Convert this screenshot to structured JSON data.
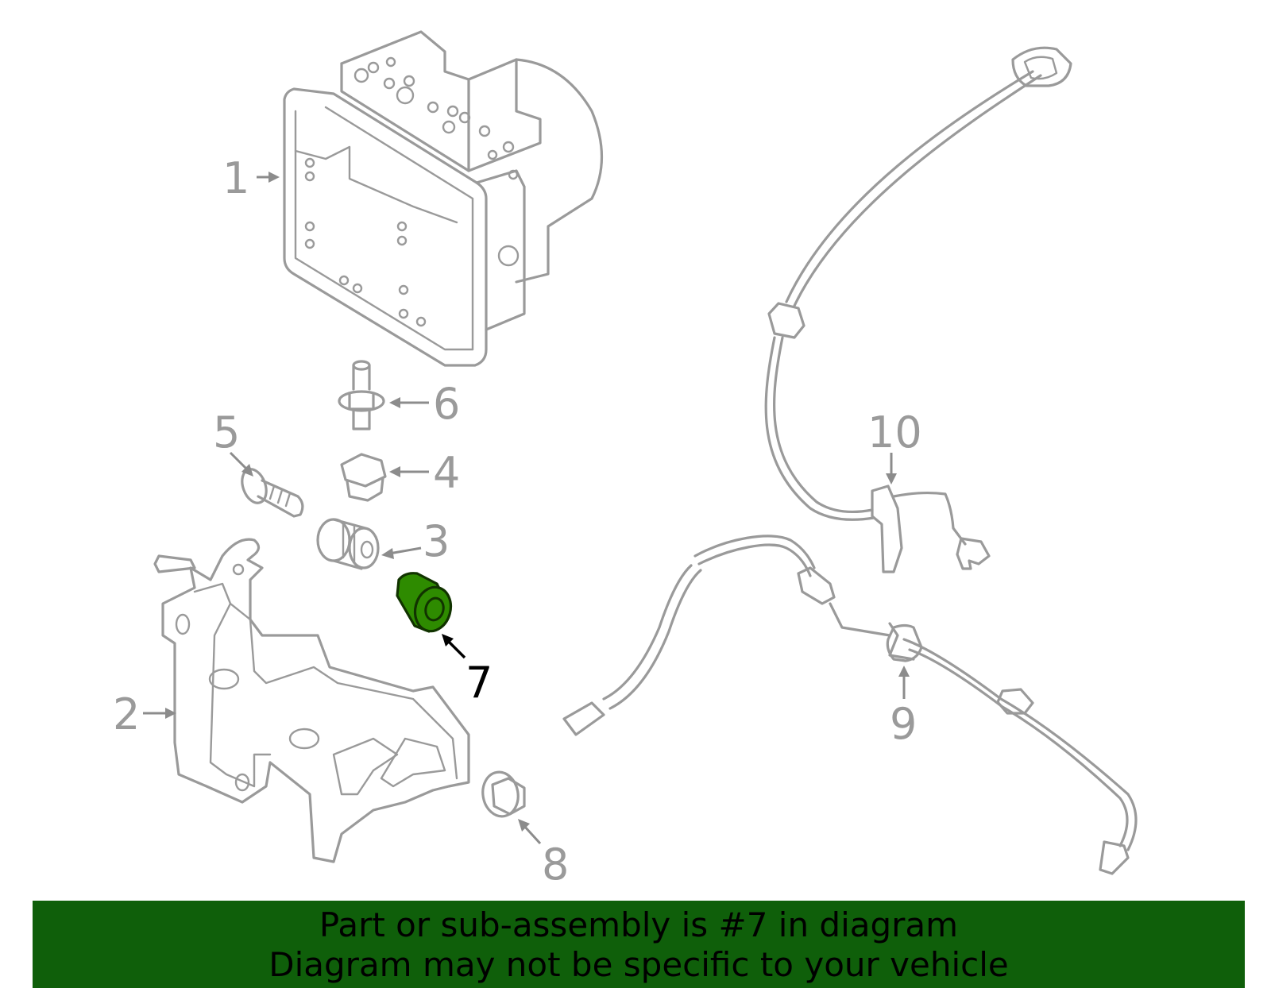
{
  "callouts": {
    "c1": "1",
    "c2": "2",
    "c3": "3",
    "c4": "4",
    "c5": "5",
    "c6": "6",
    "c7": "7",
    "c8": "8",
    "c9": "9",
    "c10": "10"
  },
  "highlight": {
    "part_number": "7",
    "color": "#2e8b00"
  },
  "banner": {
    "line1": "Part or sub-assembly is #7 in diagram",
    "line2": "Diagram may not be specific to your vehicle",
    "background": "#0f5f0a"
  }
}
